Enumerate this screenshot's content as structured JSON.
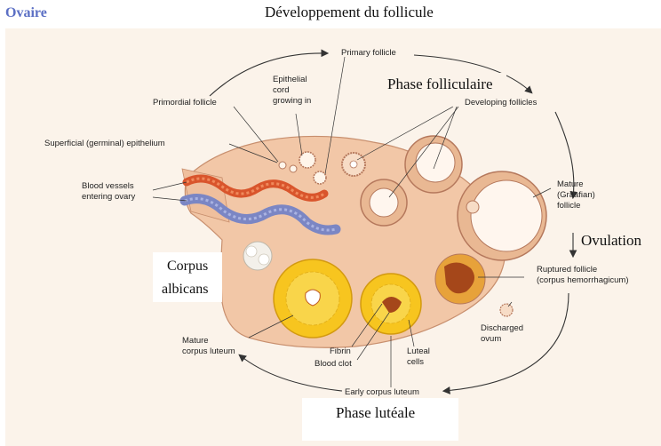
{
  "header": {
    "corner_label": "Ovaire",
    "title": "Développement du follicule"
  },
  "phases": {
    "follicular": "Phase folliculaire",
    "ovulation": "Ovulation",
    "luteal": "Phase lutéale",
    "corpus_albicans_line1": "Corpus",
    "corpus_albicans_line2": "albicans"
  },
  "labels": {
    "primary_follicle": "Primary follicle",
    "epithelial_cord_1": "Epithelial",
    "epithelial_cord_2": "cord",
    "epithelial_cord_3": "growing in",
    "primordial_follicle": "Primordial follicle",
    "developing_follicles": "Developing follicles",
    "superficial_epithelium": "Superficial (germinal) epithelium",
    "blood_vessels_1": "Blood vessels",
    "blood_vessels_2": "entering ovary",
    "mature_1": "Mature",
    "mature_2": "(Graafian)",
    "mature_3": "follicle",
    "ruptured_1": "Ruptured follicle",
    "ruptured_2": "(corpus hemorrhagicum)",
    "discharged_1": "Discharged",
    "discharged_2": "ovum",
    "mature_cl_1": "Mature",
    "mature_cl_2": "corpus luteum",
    "fibrin": "Fibrin",
    "blood_clot": "Blood clot",
    "luteal_1": "Luteal",
    "luteal_2": "cells",
    "early_cl": "Early corpus luteum"
  },
  "colors": {
    "stroma": "#f2c7a7",
    "follicle_wall": "#e9b893",
    "antrum": "#fff6ee",
    "artery": "#d9552c",
    "vein": "#7b86c4",
    "corpus_luteum": "#f7c51f",
    "hemorrhagic": "#a5471a",
    "albicans": "#f3f0ea"
  }
}
